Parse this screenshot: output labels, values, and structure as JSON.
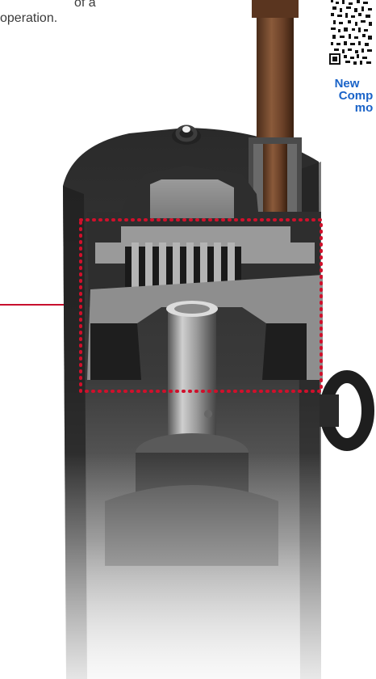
{
  "intro": {
    "line1": "of a",
    "line2": "operation."
  },
  "qr": {
    "caption_line1": "New",
    "caption_line2": "Comp",
    "caption_line3": "mo",
    "accent_color": "#1a63c8"
  },
  "highlight": {
    "color": "#d0102b"
  },
  "figure": {
    "subject": "compressor-cutaway"
  }
}
